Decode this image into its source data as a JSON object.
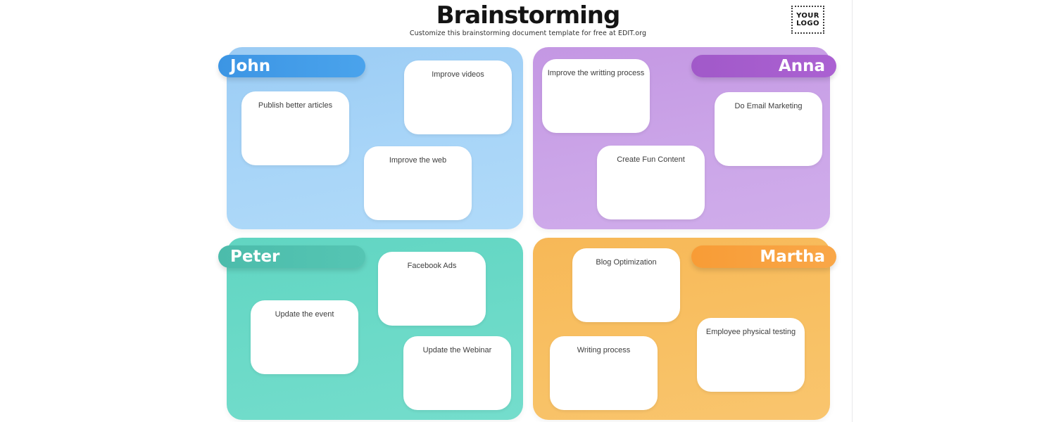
{
  "header": {
    "title": "Brainstorming",
    "subtitle": "Customize this brainstorming document template for free at EDIT.org",
    "logo_line1": "YOUR",
    "logo_line2": "LOGO"
  },
  "colors": {
    "john_panel": "#a4d2f6",
    "john_tag": "#4199e7",
    "anna_panel": "#c9a1e7",
    "anna_tag": "#a75ecd",
    "peter_panel": "#68d8c6",
    "peter_tag": "#4fbead",
    "martha_panel": "#f8c065",
    "martha_tag": "#f8a240",
    "note_card": "#ffffff",
    "note_text": "#3d3d3d",
    "title_text": "#141414",
    "name_text": "#ffffff"
  },
  "quadrants": [
    {
      "name": "John",
      "notes": [
        "Publish better articles",
        "Improve videos",
        "Improve the web"
      ]
    },
    {
      "name": "Anna",
      "notes": [
        "Improve the writting process",
        "Do Email Marketing",
        "Create Fun Content"
      ]
    },
    {
      "name": "Peter",
      "notes": [
        "Facebook Ads",
        "Update the event",
        "Update the Webinar"
      ]
    },
    {
      "name": "Martha",
      "notes": [
        "Blog Optimization",
        "Employee physical testing",
        "Writing process"
      ]
    }
  ]
}
